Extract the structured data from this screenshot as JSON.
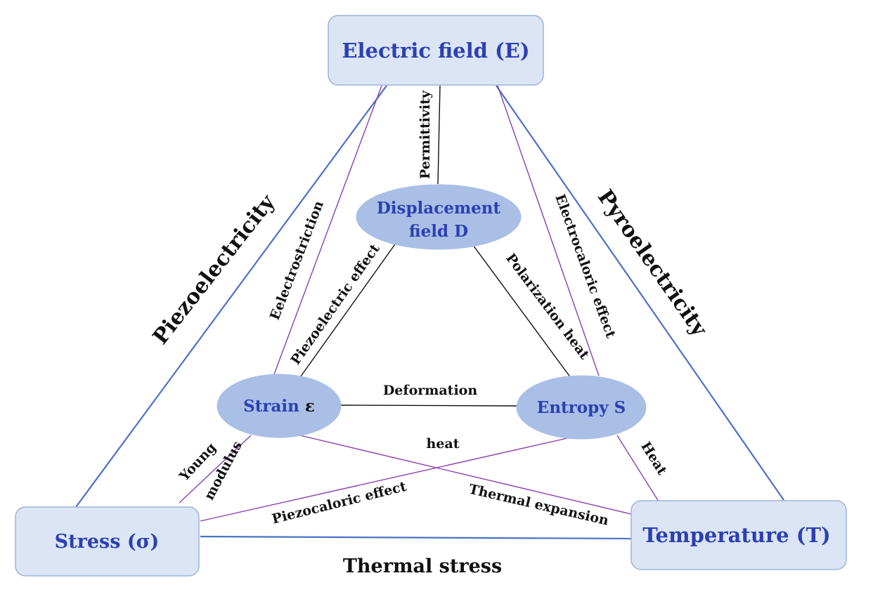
{
  "nodes": {
    "electric_field": "Electric field (E)",
    "displacement_line1": "Displacement",
    "displacement_line2": "field D",
    "strain_word": "Strain",
    "strain_symbol": "ε",
    "entropy": "Entropy S",
    "stress": "Stress (σ)",
    "temperature": "Temperature (T)"
  },
  "edges": {
    "piezoelectricity": "Piezoelectricity",
    "pyroelectricity": "Pyroelectricity",
    "thermal_stress": "Thermal stress",
    "permittivity": "Permittivity",
    "electrostriction": "Eelectrostriction",
    "electrocaloric": "Electrocaloric effect",
    "piezoelectric_effect": "Piezoelectric effect",
    "polarization_heat": "Polarization heat",
    "deformation": "Deformation",
    "heat_lower": "heat",
    "heat_right": "Heat",
    "young_line1": "Young",
    "young_line2": "modulus",
    "piezocaloric": "Piezocaloric effect",
    "thermal_expansion": "Thermal expansion"
  },
  "colors": {
    "node_fill": "#dbe5f5",
    "ellipse_fill": "#a9bfe6",
    "node_text": "#2d3fb3",
    "outer_edges": "#4a72c4",
    "inner_edges": "#8a3fb0",
    "label_text": "#111111"
  }
}
